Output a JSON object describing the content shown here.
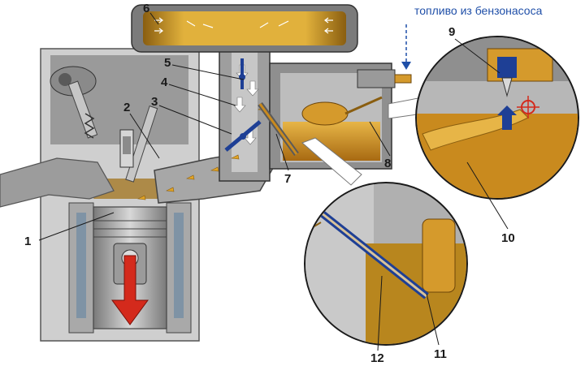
{
  "caption": "топливо из бензонасоса",
  "callouts": [
    "1",
    "2",
    "3",
    "4",
    "5",
    "6",
    "7",
    "8",
    "9",
    "10",
    "11",
    "12"
  ],
  "colors": {
    "metal_dark": "#5c5c5c",
    "metal_light": "#bdbdbd",
    "fuel": "#c98a1e",
    "fuel_light": "#e7b547",
    "air_filter": "#d9a933",
    "blue_part": "#1e3f95",
    "exhaust_arrow": "#d42a1c",
    "caption_blue": "#1f4fa8"
  }
}
